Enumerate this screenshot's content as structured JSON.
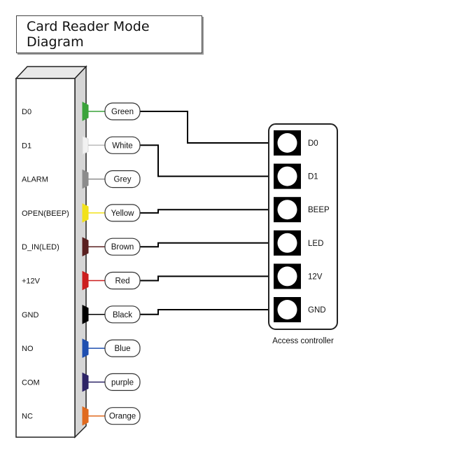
{
  "title": "Card Reader Mode Diagram",
  "reader": {
    "pins": [
      {
        "name": "D0",
        "wire": "Green",
        "color": "#3aa33a"
      },
      {
        "name": "D1",
        "wire": "White",
        "color": "#f2f2f2"
      },
      {
        "name": "ALARM",
        "wire": "Grey",
        "color": "#8c8c8c"
      },
      {
        "name": "OPEN(BEEP)",
        "wire": "Yellow",
        "color": "#f2e21a"
      },
      {
        "name": "D_IN(LED)",
        "wire": "Brown",
        "color": "#5a2020"
      },
      {
        "name": "+12V",
        "wire": "Red",
        "color": "#cc1f1f"
      },
      {
        "name": "GND",
        "wire": "Black",
        "color": "#000000"
      },
      {
        "name": "NO",
        "wire": "Blue",
        "color": "#1f4fb0"
      },
      {
        "name": "COM",
        "wire": "purple",
        "color": "#2d2466"
      },
      {
        "name": "NC",
        "wire": "Orange",
        "color": "#e06a1f"
      }
    ]
  },
  "controller": {
    "label": "Access controller",
    "terminals": [
      "D0",
      "D1",
      "BEEP",
      "LED",
      "12V",
      "GND"
    ]
  },
  "connections": [
    {
      "from": "D0",
      "to": "D0"
    },
    {
      "from": "D1",
      "to": "D1"
    },
    {
      "from": "OPEN(BEEP)",
      "to": "BEEP"
    },
    {
      "from": "D_IN(LED)",
      "to": "LED"
    },
    {
      "from": "+12V",
      "to": "12V"
    },
    {
      "from": "GND",
      "to": "GND"
    }
  ]
}
